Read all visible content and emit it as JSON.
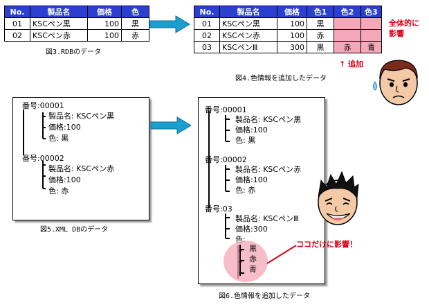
{
  "table1": {
    "headers": [
      "No.",
      "製品名",
      "価格",
      "色"
    ],
    "rows": [
      [
        "01",
        "KSCペン黒",
        "100",
        "黒"
      ],
      [
        "02",
        "KSCペン赤",
        "100",
        "赤"
      ]
    ],
    "caption": "図3.RDBのデータ"
  },
  "table2": {
    "headers": [
      "No.",
      "製品名",
      "価格",
      "色1",
      "色2",
      "色3"
    ],
    "rows": [
      [
        "01",
        "KSCペン黒",
        "100",
        "黒",
        "",
        ""
      ],
      [
        "02",
        "KSCペン赤",
        "100",
        "赤",
        "",
        ""
      ],
      [
        "03",
        "KSCペンⅢ",
        "300",
        "黒",
        "赤",
        "青"
      ]
    ],
    "caption": "図4.色情報を追加したデータ",
    "impact_note": "全体的に\n影響",
    "added_note": "↑ 追加"
  },
  "xml1": {
    "records": [
      {
        "id": "番号:00001",
        "name": "製品名: KSCペン黒",
        "price": "価格:100",
        "color": "色: 黒"
      },
      {
        "id": "番号:00002",
        "name": "製品名: KSCペン赤",
        "price": "価格:100",
        "color": "色: 赤"
      }
    ],
    "caption": "図5.XML DBのデータ"
  },
  "xml2": {
    "records": [
      {
        "id": "番号:00001",
        "name": "製品名: KSCペン黒",
        "price": "価格:100",
        "color": "色: 黒"
      },
      {
        "id": "番号:00002",
        "name": "製品名: KSCペン赤",
        "price": "価格:100",
        "color": "色: 赤"
      },
      {
        "id": "番号:03",
        "name": "製品名: KSCペンⅢ",
        "price": "価格:300",
        "color": "色:"
      }
    ],
    "colors": [
      "黒",
      "赤",
      "青"
    ],
    "note": "ココだけに影響！",
    "caption": "図6.色情報を追加したデータ"
  },
  "colors": {
    "header_blue": "#2b3fd0",
    "pink": "#f4a8b8",
    "red": "#e0001a",
    "arrow_blue": "#1a9fcf"
  }
}
